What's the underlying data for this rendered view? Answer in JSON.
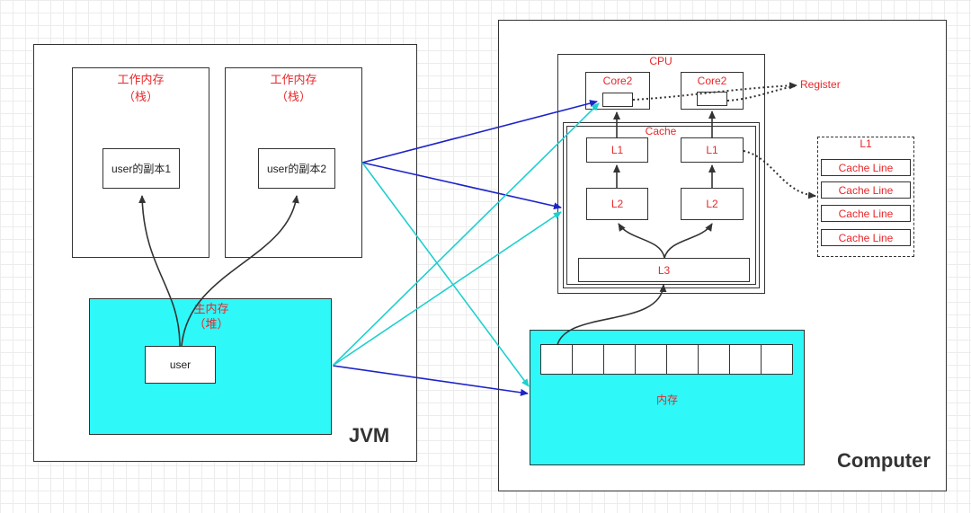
{
  "jvm": {
    "title": "JVM",
    "working_memory_1": {
      "title": "工作内存",
      "subtitle": "（栈）",
      "copy_label": "user的副本1"
    },
    "working_memory_2": {
      "title": "工作内存",
      "subtitle": "（栈）",
      "copy_label": "user的副本2"
    },
    "main_memory": {
      "title": "主内存",
      "subtitle": "（堆）",
      "object_label": "user"
    }
  },
  "computer": {
    "title": "Computer",
    "cpu": {
      "title": "CPU",
      "core_left": "Core2",
      "core_right": "Core2",
      "cache_title": "Cache",
      "l1_left": "L1",
      "l1_right": "L1",
      "l2_left": "L2",
      "l2_right": "L2",
      "l3": "L3"
    },
    "register_label": "Register",
    "l1_detail": {
      "title": "L1",
      "lines": [
        "Cache Line",
        "Cache Line",
        "Cache Line",
        "Cache Line"
      ]
    },
    "memory": {
      "label": "内存",
      "cell_count": 8
    }
  },
  "colors": {
    "cyan_fill": "#2ef8f8",
    "blue_arrow": "#1d24c8",
    "cyan_arrow": "#1fcfcf",
    "label_red": "#e8272a",
    "stroke": "#333333"
  }
}
